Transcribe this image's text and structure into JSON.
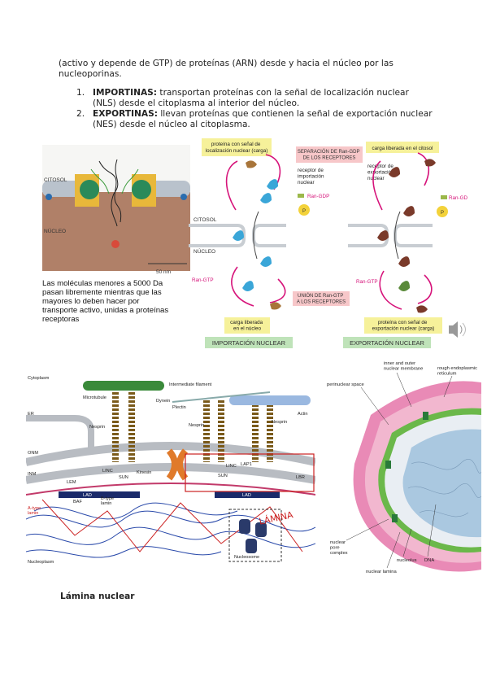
{
  "intro": "(activo y depende de GTP) de proteínas (ARN) desde y hacia el núcleo por las nucleoporinas.",
  "list": [
    {
      "num": "1.",
      "term": "IMPORTINAS:",
      "text": " transportan proteínas con la señal de localización nuclear (NLS) desde el citoplasma al interior del núcleo."
    },
    {
      "num": "2.",
      "term": "EXPORTINAS:",
      "text": " llevan proteínas que contienen la señal de exportación nuclear (NES) desde el núcleo al citoplasma."
    }
  ],
  "pore": {
    "citosol": "CITOSOL",
    "nucleo": "NÚCLEO",
    "scale": "50 nm",
    "caption": [
      "Las moléculas menores a 5000 Da",
      "pasan libremente mientras que las",
      "mayores  lo deben hacer por",
      "transporte activo, unidas a proteínas",
      "receptoras"
    ]
  },
  "transport": {
    "carga_import": [
      "proteína con señal de",
      "localización nuclear (carga)"
    ],
    "separacion": [
      "SEPARACIÓN DE Ran-GDP",
      "DE LOS RECEPTORES"
    ],
    "carga_liberada_citosol": "carga liberada en el citosol",
    "receptor_import": [
      "receptor de",
      "importación",
      "nuclear"
    ],
    "receptor_export": [
      "receptor de",
      "exportación",
      "nuclear"
    ],
    "ran_gdp_1": "Ran-GDP",
    "ran_gdp_2": "Ran-GD",
    "p": "P",
    "citosol": "CITOSOL",
    "nucleo": "NÚCLEO",
    "ran_gtp_1": "Ran-GTP",
    "ran_gtp_2": "Ran-GTP",
    "union": [
      "UNIÓN DE Ran-GTP",
      "A LOS RECEPTORES"
    ],
    "carga_liberada_nucleo": [
      "carga liberada",
      "en el núcleo"
    ],
    "carga_export": [
      "proteína con señal de",
      "exportación nuclear (carga)"
    ],
    "importacion": "IMPORTACIÓN NUCLEAR",
    "exportacion": "EXPORTACIÓN NUCLEAR"
  },
  "lamina_fig": {
    "cytoplasm": "Cytoplasm",
    "microtubule": "Microtubule",
    "dynein": "Dynein",
    "intermediate": "Intermediate filament",
    "plectin": "Plectin",
    "actin": "Actin",
    "er": "ER",
    "nesprin1": "Nesprin",
    "nesprin2": "Nesprin",
    "nesprin3": "Nesprin",
    "onm": "ONM",
    "inm": "INM",
    "linc1": "LINC",
    "linc2": "LINC",
    "sun1": "SUN",
    "sun2": "SUN",
    "kinesin": "Kinesin",
    "laps": "LAP1",
    "lem": "LEM",
    "baf": "BAF",
    "lad1": "LAD",
    "lad2": "LAD",
    "lbr": "LBR",
    "atype": [
      "A-type",
      "lamin"
    ],
    "btype": [
      "B-type",
      "lamin"
    ],
    "nucleoplasm": "Nucleoplasm",
    "nucleosome": "Nucleosome",
    "handwritten": "LÁMINA"
  },
  "nucleus_fig": {
    "inner_outer": [
      "inner and outer",
      "nuclear membrane"
    ],
    "rough_er": [
      "rough endoplasmic",
      "reticulum"
    ],
    "perinuclear": "perinuclear space",
    "pore": [
      "nuclear",
      "pore",
      "complex"
    ],
    "nucleolus": "nucleolus",
    "dna": "DNA",
    "lamina": "nuclear lamina"
  },
  "section_title": "Lámina nuclear",
  "colors": {
    "magenta": "#d6137a",
    "yellow_box": "#f6f19a",
    "green_box": "#bfe3b9",
    "pink_box": "#f7c7c9"
  }
}
